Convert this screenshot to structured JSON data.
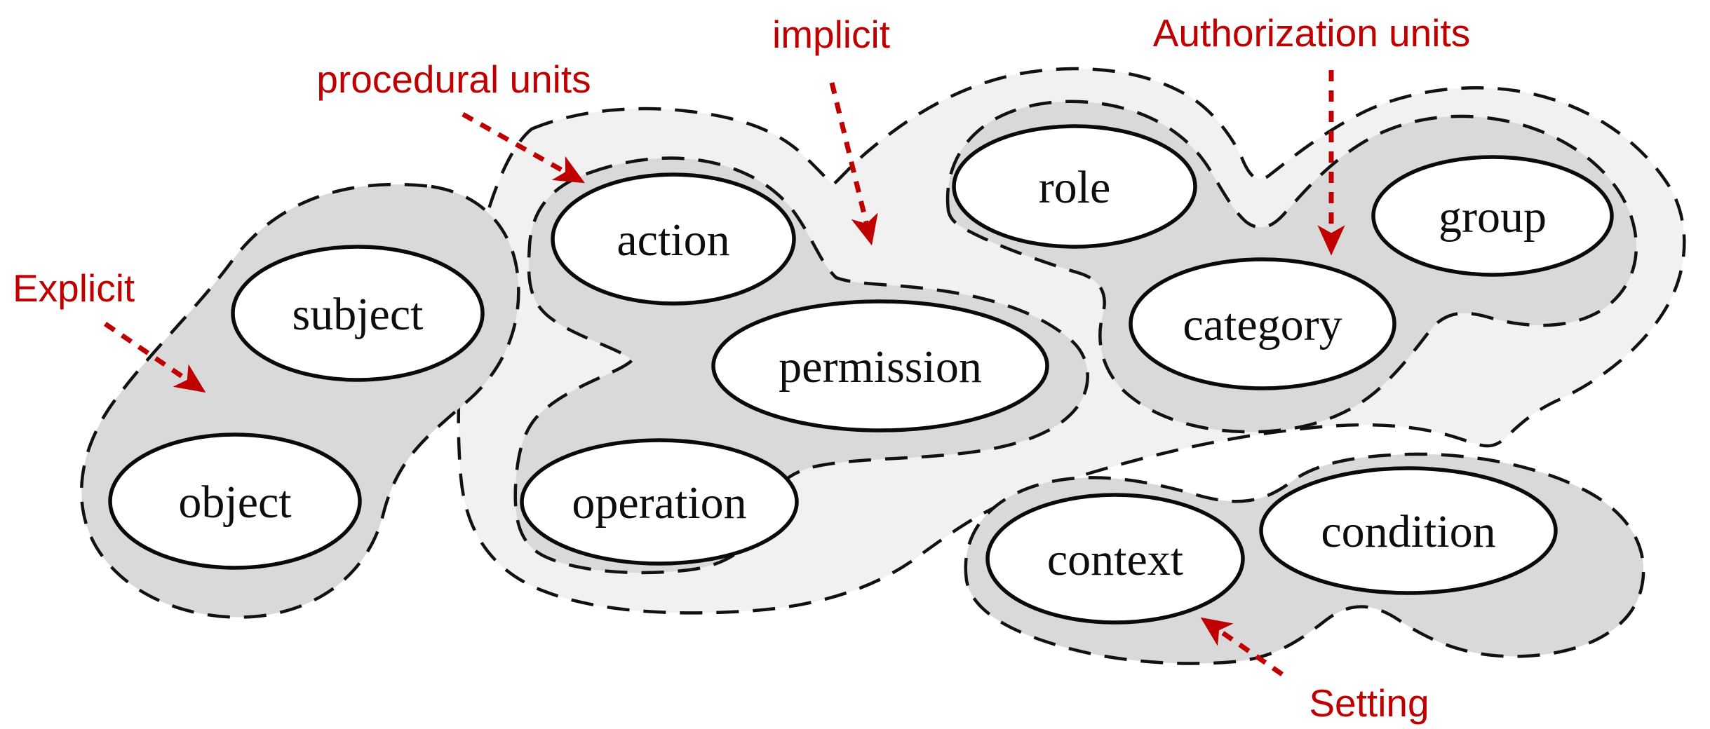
{
  "title": "Concept grouping diagram: explicit, procedural, implicit, authorization and setting units",
  "colors": {
    "region_dark": "#d9d9d9",
    "region_light": "#f1f1f1",
    "annotation": "#c00000",
    "node_fill": "#ffffff",
    "outline": "#111111"
  },
  "nodes": [
    {
      "label": "subject"
    },
    {
      "label": "object"
    },
    {
      "label": "action"
    },
    {
      "label": "permission"
    },
    {
      "label": "operation"
    },
    {
      "label": "role"
    },
    {
      "label": "category"
    },
    {
      "label": "group"
    },
    {
      "label": "context"
    },
    {
      "label": "condition"
    }
  ],
  "annotations": [
    {
      "label": "Explicit"
    },
    {
      "label": "procedural units"
    },
    {
      "label": "implicit"
    },
    {
      "label": "Authorization units"
    },
    {
      "label": "Setting"
    }
  ]
}
